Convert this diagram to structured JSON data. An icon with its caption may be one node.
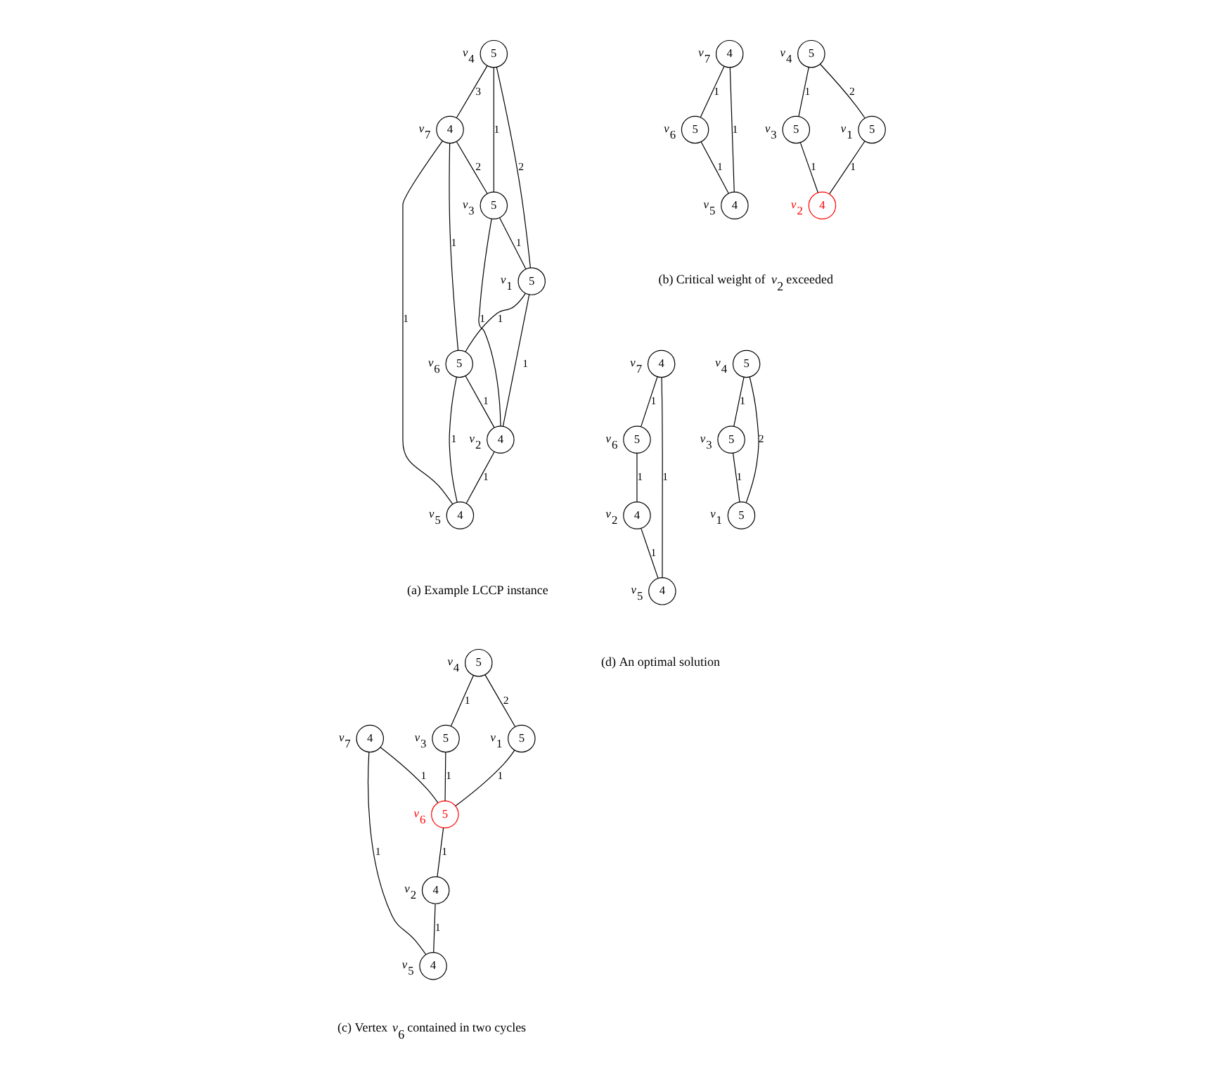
{
  "diagram": {
    "nodes": [
      {
        "text": [
          "5"
        ],
        "beside": [
          "v$_{4}$"
        ]
      },
      {
        "text": [
          "4"
        ],
        "beside": [
          "v$_{7}$"
        ]
      },
      {
        "text": [
          "5"
        ],
        "beside": [
          "v$_{3}$"
        ]
      },
      {
        "text": [
          "5"
        ],
        "beside": [
          "v$_{6}$"
        ]
      },
      {
        "text": [
          "5"
        ],
        "beside": [
          "v$_{1}$"
        ]
      },
      {
        "text": [
          "4"
        ],
        "beside": [
          "v$_{2}$"
        ]
      },
      {
        "text": [
          "4"
        ],
        "beside": [
          "v$_{5}$"
        ]
      },
      {
        "text": [
          "5"
        ],
        "beside": [
          "v$_{4}$"
        ]
      },
      {
        "text": [
          "4"
        ],
        "beside": [
          "v$_{7}$"
        ]
      },
      {
        "text": [
          "5"
        ],
        "beside": [
          "v$_{3}$"
        ]
      },
      {
        "text": [
          "5"
        ],
        "beside": [
          "v$_{6}$"
        ]
      },
      {
        "text": [
          "5"
        ],
        "beside": [
          "v$_{1}$"
        ]
      },
      {
        "text": [
          "4"
        ],
        "beside": [
          "v$_{2}$"
        ]
      },
      {
        "text": [
          "4"
        ],
        "beside": [
          "v$_{5}$"
        ]
      },
      {
        "text": [
          "5"
        ],
        "beside": [
          "v$_{4}$"
        ]
      },
      {
        "text": [
          "4"
        ],
        "beside": [
          "v$_{7}$"
        ]
      },
      {
        "text": [
          "5"
        ],
        "beside": [
          "v$_{3}$"
        ]
      },
      {
        "text": [
          "5"
        ],
        "beside": [
          "v$_{6}$"
        ]
      },
      {
        "text": [
          "5"
        ],
        "beside": [
          "v$_{1}$"
        ]
      },
      {
        "text": [
          "4"
        ],
        "beside": [
          "v$_{2}$"
        ]
      },
      {
        "text": [
          "4"
        ],
        "beside": [
          "v$_{5}$"
        ]
      },
      {
        "text": [
          "5"
        ],
        "beside": [
          "v$_{4}$"
        ]
      },
      {
        "text": [
          "4"
        ],
        "beside": [
          "v$_{7}$"
        ]
      },
      {
        "text": [
          "5"
        ],
        "beside": [
          "v$_{3}$"
        ]
      },
      {
        "text": [
          "5"
        ],
        "beside": [
          "v$_{6}$"
        ]
      },
      {
        "text": [
          "5"
        ],
        "beside": [
          "v$_{1}$"
        ]
      },
      {
        "text": [
          "4"
        ],
        "beside": [
          "v$_{2}$"
        ]
      },
      {
        "text": [
          "4"
        ],
        "beside": [
          "v$_{5}$"
        ]
      }
    ],
    "edges": [
      {
        "from": 0,
        "to": 1,
        "arrow": "none",
        "label": "3"
      },
      {
        "from": 0,
        "to": 2,
        "arrow": "none",
        "label": "1"
      },
      {
        "from": 0,
        "to": 4,
        "arrow": "none",
        "label": "2"
      },
      {
        "from": 1,
        "to": 2,
        "arrow": "none",
        "label": "2"
      },
      {
        "from": 1,
        "to": 3,
        "arrow": "none",
        "label": "1"
      },
      {
        "from": 1,
        "to": 6,
        "arrow": "none",
        "label": "1"
      },
      {
        "from": 2,
        "to": 4,
        "arrow": "none",
        "label": "1"
      },
      {
        "from": 2,
        "to": 5,
        "arrow": "none",
        "label": "1"
      },
      {
        "from": 4,
        "to": 3,
        "arrow": "none",
        "label": "1"
      },
      {
        "from": 4,
        "to": 5,
        "arrow": "none",
        "label": "1"
      },
      {
        "from": 3,
        "to": 5,
        "arrow": "none",
        "label": "1"
      },
      {
        "from": 3,
        "to": 6,
        "arrow": "none",
        "label": "1"
      },
      {
        "from": 5,
        "to": 6,
        "arrow": "none",
        "label": "1"
      },
      {
        "from": 7,
        "to": 9,
        "arrow": "none",
        "label": "1"
      },
      {
        "from": 7,
        "to": 11,
        "arrow": "none",
        "label": "2"
      },
      {
        "from": 9,
        "to": 12,
        "arrow": "none",
        "label": "1"
      },
      {
        "from": 11,
        "to": 12,
        "arrow": "none",
        "label": "1"
      },
      {
        "from": 8,
        "to": 10,
        "arrow": "none",
        "label": "1"
      },
      {
        "from": 8,
        "to": 13,
        "arrow": "none",
        "label": "1"
      },
      {
        "from": 10,
        "to": 13,
        "arrow": "none",
        "label": "1"
      },
      {
        "from": 14,
        "to": 16,
        "arrow": "none",
        "label": "1"
      },
      {
        "from": 14,
        "to": 18,
        "arrow": "none",
        "label": "2"
      },
      {
        "from": 16,
        "to": 17,
        "arrow": "none",
        "label": "1"
      },
      {
        "from": 18,
        "to": 17,
        "arrow": "none",
        "label": "1"
      },
      {
        "from": 17,
        "to": 19,
        "arrow": "none",
        "label": "1"
      },
      {
        "from": 15,
        "to": 17,
        "arrow": "none",
        "label": "1"
      },
      {
        "from": 15,
        "to": 20,
        "arrow": "none",
        "label": "1"
      },
      {
        "from": 19,
        "to": 20,
        "arrow": "none",
        "label": "1"
      },
      {
        "from": 21,
        "to": 23,
        "arrow": "none",
        "label": "1"
      },
      {
        "from": 21,
        "to": 25,
        "arrow": "none",
        "label": "2"
      },
      {
        "from": 23,
        "to": 25,
        "arrow": "none",
        "label": "1"
      },
      {
        "from": 22,
        "to": 24,
        "arrow": "none",
        "label": "1"
      },
      {
        "from": 22,
        "to": 27,
        "arrow": "none",
        "label": "1"
      },
      {
        "from": 24,
        "to": 26,
        "arrow": "none",
        "label": "1"
      },
      {
        "from": 26,
        "to": 27,
        "arrow": "none",
        "label": "1"
      }
    ],
    "labels": [
      "(a) Example LCCP instance",
      "(b) Critical weight of v$_{2}$ exceeded",
      "(c) Vertex v$_{6}$ contained in two cycles",
      "(d) An optimal solution"
    ]
  }
}
